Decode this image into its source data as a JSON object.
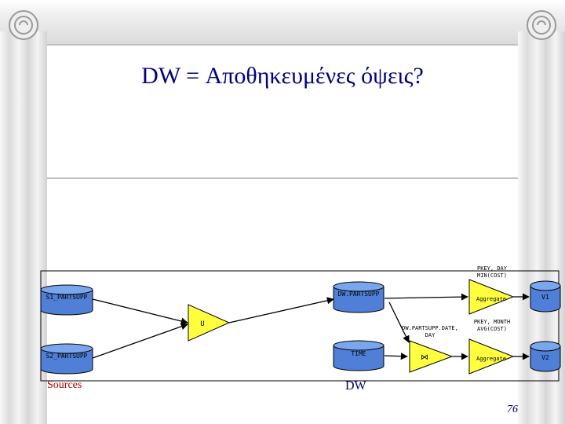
{
  "slide": {
    "title": "DW = Αποθηκευμένες όψεις?",
    "page_number": "76"
  },
  "diagram": {
    "sources_label": "Sources",
    "dw_label": "DW",
    "source_1": "S1_PARTSUPP",
    "source_2": "S2_PARTSUPP",
    "union_label": "U",
    "dw_partsupp": "DW.PARTSUPP",
    "time": "TIME",
    "join_label": "⋈",
    "dw_partsupp_date": "DW.PARTSUPP.DATE, DAY",
    "agg1_params": "PKEY, DAY MIN(COST)",
    "agg2_params": "PKEY, MONTH AVG(COST)",
    "agg_label": "Aggregate",
    "v1": "V1",
    "v2": "V2"
  },
  "colors": {
    "title": "#000080",
    "shape_fill": "#ffff40",
    "cylinder_fill": "#4f7fd6",
    "sources_label": "#aa0000"
  }
}
